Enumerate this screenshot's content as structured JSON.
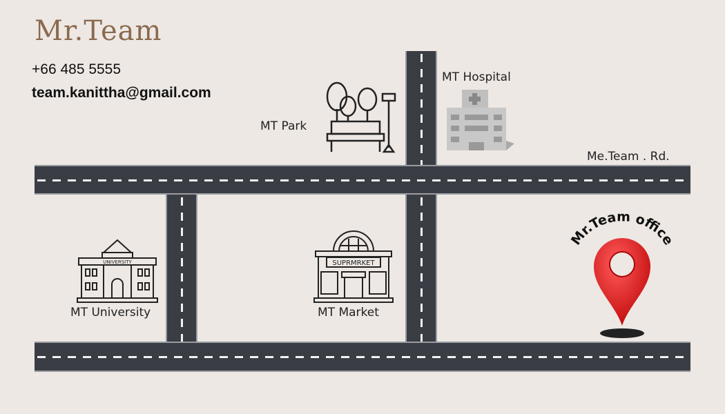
{
  "brand": "Mr.Team",
  "contact": {
    "phone": "+66 485 5555",
    "email": "team.kanittha@gmail.com"
  },
  "places": {
    "park": "MT Park",
    "hospital": "MT Hospital",
    "university": "MT University",
    "university_sign": "UNIVERSITY",
    "market": "MT Market",
    "market_sign": "SUPRMRKET",
    "road": "Me.Team . Rd.",
    "office": "Mr.Team office"
  },
  "colors": {
    "road": "#3a3d44",
    "pin": "#e52222",
    "brand": "#8b6a4e",
    "background": "#ede8e4"
  }
}
